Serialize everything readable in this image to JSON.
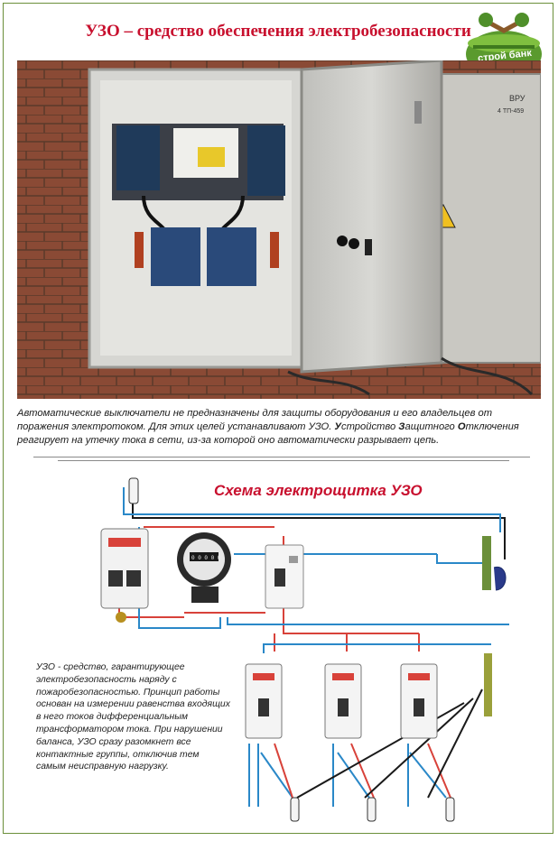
{
  "header": {
    "title": "УЗО – средство обеспечения электробезопасности",
    "logo_text": "строй банк"
  },
  "photo": {
    "panel_label": "ВРУ",
    "panel_sublabel": "4 ТП-459"
  },
  "caption": {
    "part1": "Автоматические выключатели не предназначены для защиты оборудования и его владельцев от поражения электротоком. Для этих целей устанавливают УЗО. ",
    "u": "У",
    "part2": "стройство ",
    "z": "З",
    "part3": "ащитного ",
    "o": "О",
    "part4": "тключения реагирует на утечку тока в сети, из-за которой оно автоматически разрывает цепь."
  },
  "scheme": {
    "title": "Схема электрощитка УЗО",
    "description": "УЗО - средство, гарантирующее электробезопасность наряду с пожаробезопасностью. Принцип работы основан на измерении равенства входящих в него токов дифференциальным трансформатором тока. При нарушении баланса, УЗО сразу разомкнет все контактные группы, отключив тем самым неисправную нагрузку.",
    "meter_display": "0 0 0 0 0"
  },
  "colors": {
    "accent_red": "#c8102e",
    "wire_blue": "#2a88c8",
    "wire_red": "#d8423a",
    "wire_black": "#1a1a1a",
    "logo_green": "#5a9a2e"
  }
}
